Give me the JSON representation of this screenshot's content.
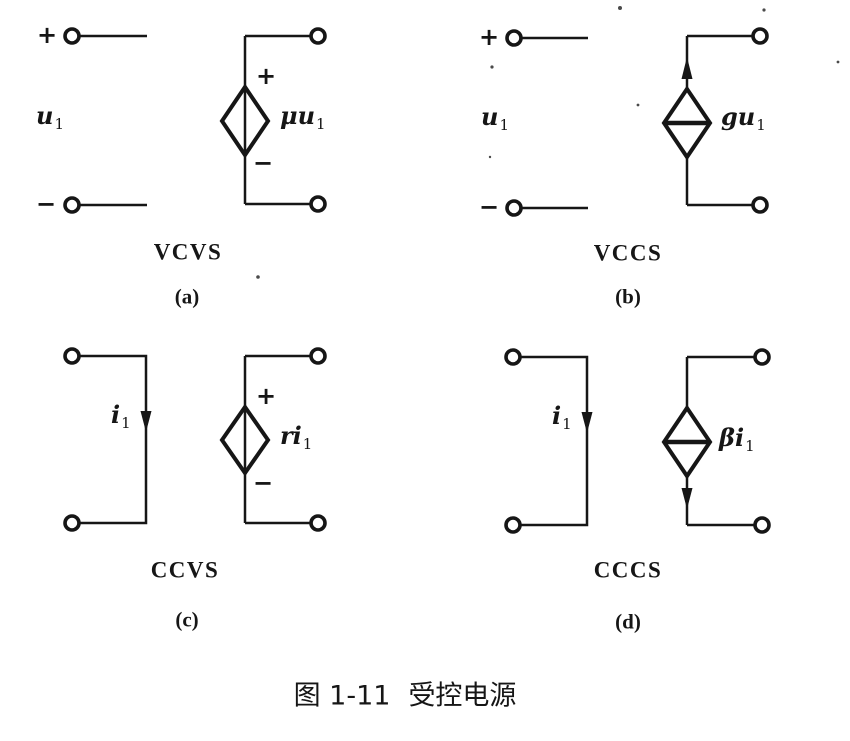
{
  "figure": {
    "caption": {
      "number": "图 1-11",
      "title": "受控电源"
    },
    "panels": [
      {
        "name": "VCVS",
        "index": "(a)",
        "input_plus": "+",
        "input_minus": "−",
        "input_label": {
          "base": "u",
          "sub": "1"
        },
        "source_plus": "+",
        "source_minus": "−",
        "source_label": {
          "base": "μu",
          "sub": "1"
        }
      },
      {
        "name": "VCCS",
        "index": "(b)",
        "input_plus": "+",
        "input_minus": "−",
        "input_label": {
          "base": "u",
          "sub": "1"
        },
        "source_label": {
          "base": "gu",
          "sub": "1"
        }
      },
      {
        "name": "CCVS",
        "index": "(c)",
        "input_label": {
          "base": "i",
          "sub": "1"
        },
        "source_plus": "+",
        "source_minus": "−",
        "source_label": {
          "base": "ri",
          "sub": "1"
        }
      },
      {
        "name": "CCCS",
        "index": "(d)",
        "input_label": {
          "base": "i",
          "sub": "1"
        },
        "source_label": {
          "base": "βi",
          "sub": "1"
        }
      }
    ]
  }
}
